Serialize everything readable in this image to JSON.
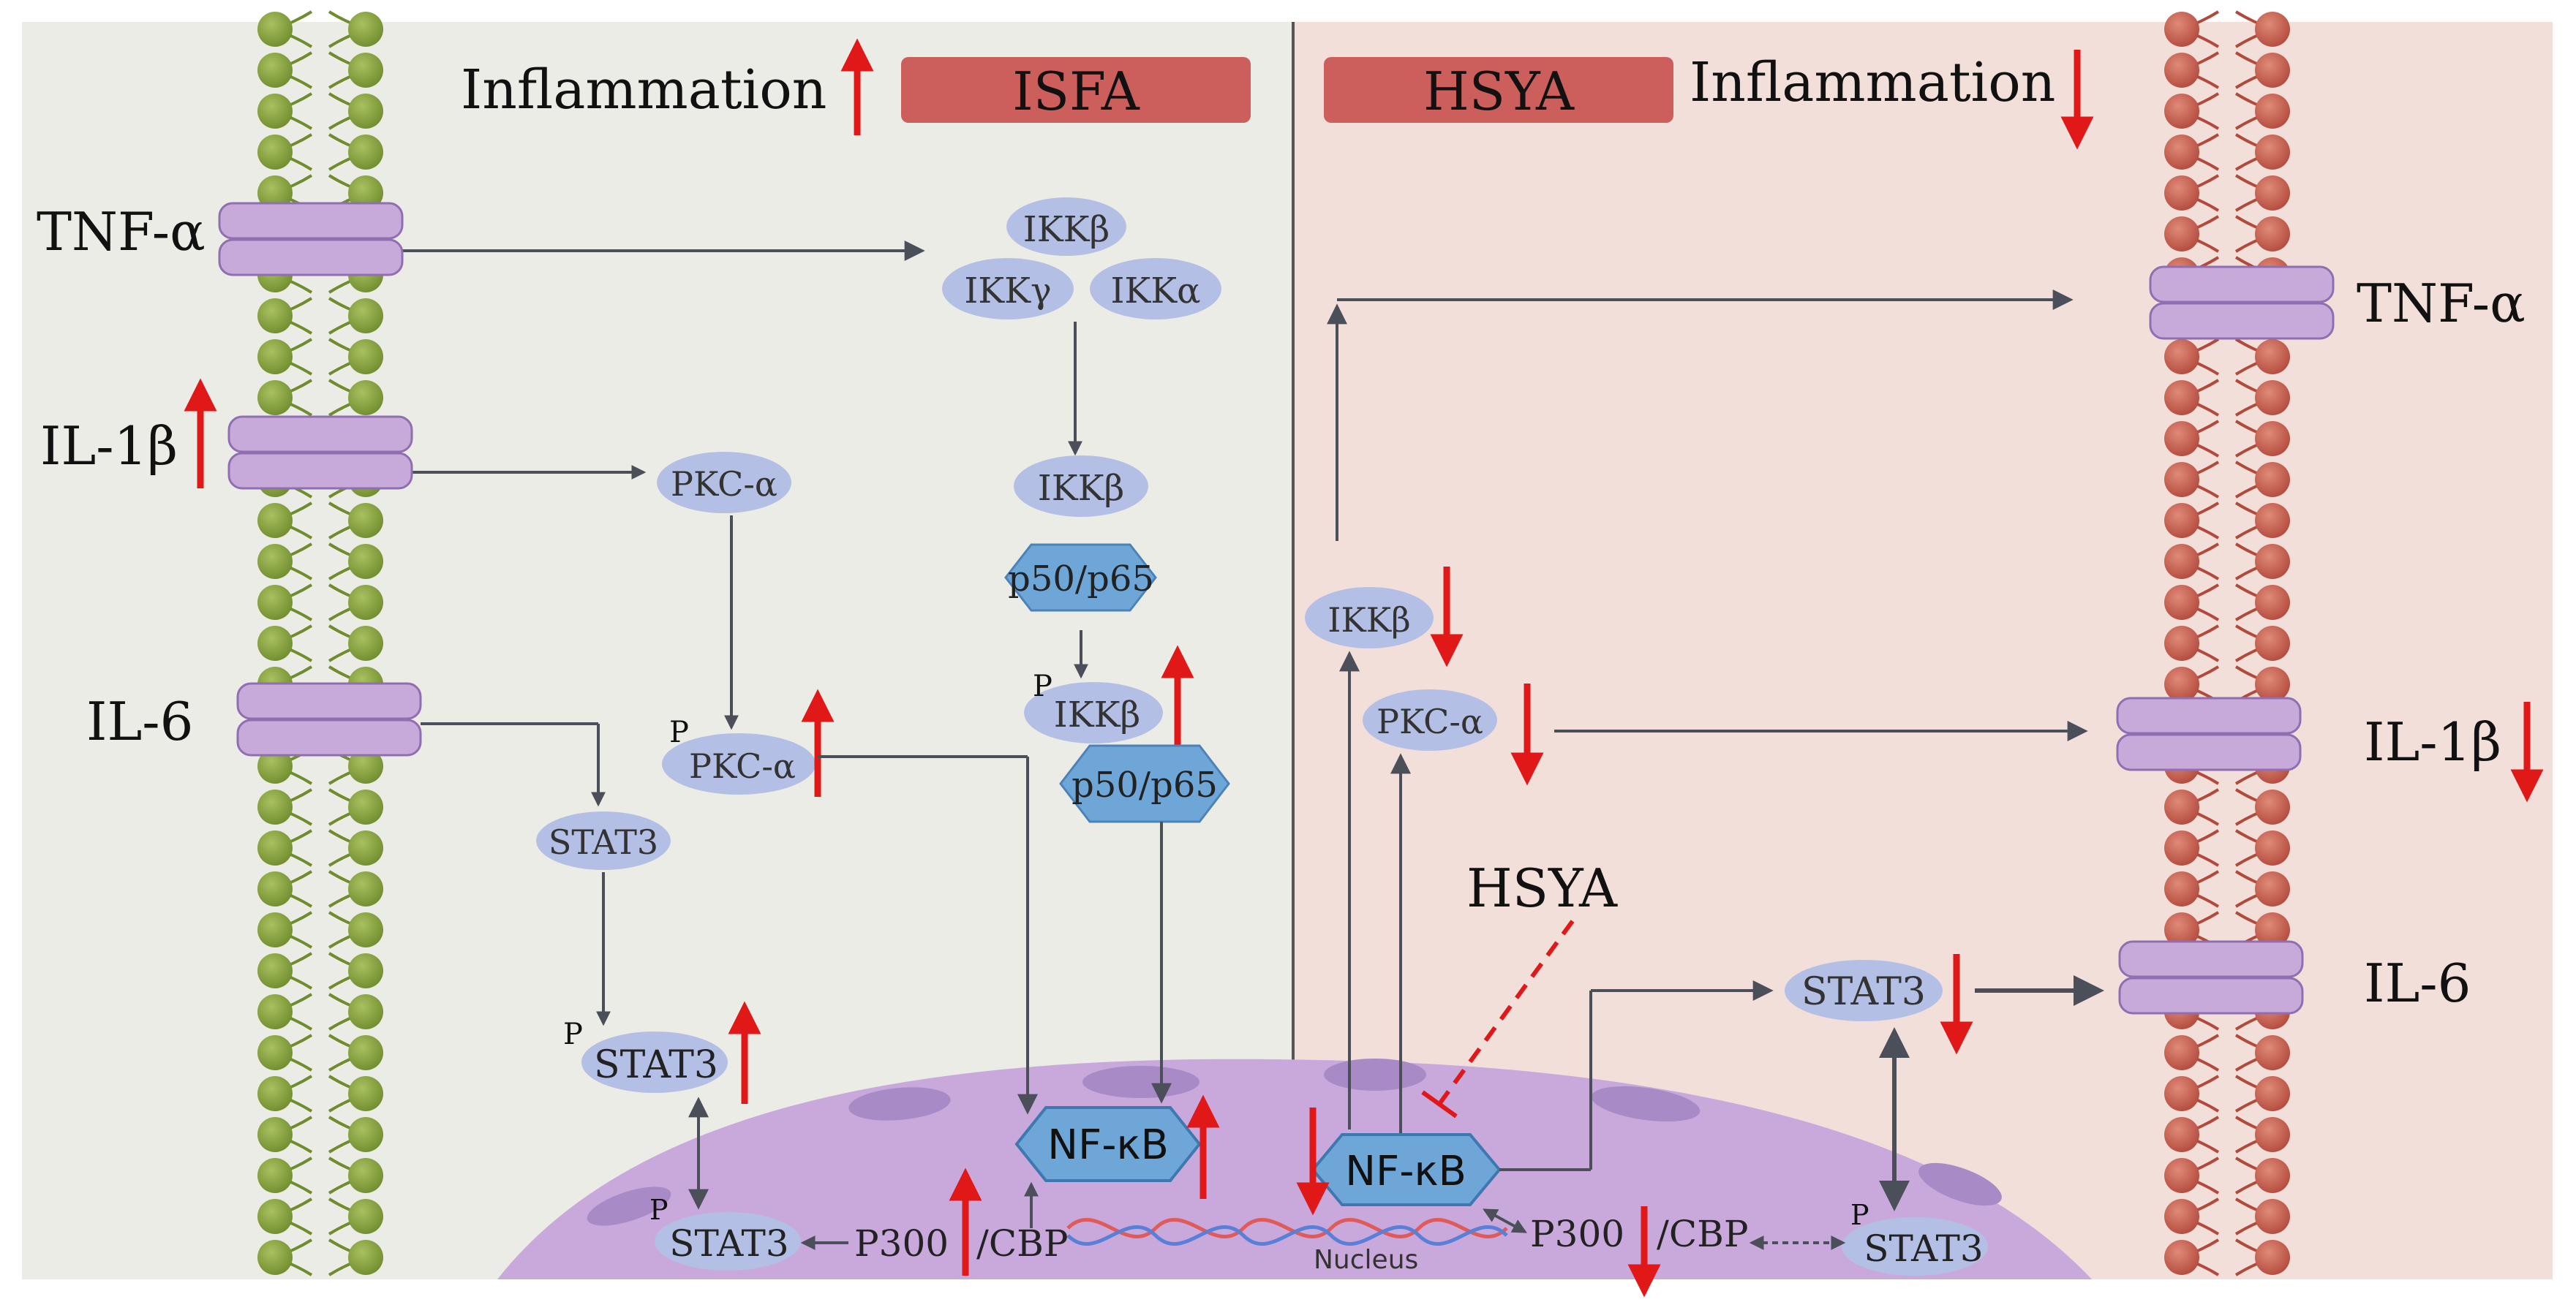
{
  "left_panel": {
    "banner": "ISFA",
    "heading": "Inflammation",
    "receptors": {
      "tnf": "TNF-α",
      "il1b": "IL-1β",
      "il6": "IL-6"
    },
    "nodes": {
      "ikkb_top": "IKKβ",
      "ikkg": "IKKγ",
      "ikka": "IKKα",
      "ikkb_mid": "IKKβ",
      "p50p65_a": "p50/p65",
      "ikkb_p": "IKKβ",
      "p50p65_b": "p50/p65",
      "pkca": "PKC-α",
      "ppkca": "PKC-α",
      "stat3": "STAT3",
      "pstat3": "STAT3",
      "pstat3_nuc": "STAT3",
      "nfkb": "NF-κB",
      "p300": "P300",
      "cbp": "/CBP"
    },
    "phospho_mark": "P"
  },
  "right_panel": {
    "banner": "HSYA",
    "heading": "Inflammation",
    "inhibitor": "HSYA",
    "receptors": {
      "tnf": "TNF-α",
      "il1b": "IL-1β",
      "il6": "IL-6"
    },
    "nodes": {
      "ikkb": "IKKβ",
      "pkca": "PKC-α",
      "stat3": "STAT3",
      "pstat3": "STAT3",
      "nfkb": "NF-κB",
      "p300": "P300",
      "cbp": "/CBP"
    },
    "phospho_mark": "P"
  },
  "nucleus_label": "Nucleus",
  "colors": {
    "left_bg": "#ecece6",
    "right_bg": "#f2dfda",
    "membrane_green": "#7f9c3a",
    "membrane_red": "#c1584a",
    "receptor": "#c7aad9",
    "node": "#b4bfe6",
    "hexagon": "#6ea6d8",
    "nucleus": "#c9a9dc",
    "arrow": "#4a4f5a",
    "up_down_arrow": "#e01818",
    "banner": "#cc5e5c"
  }
}
